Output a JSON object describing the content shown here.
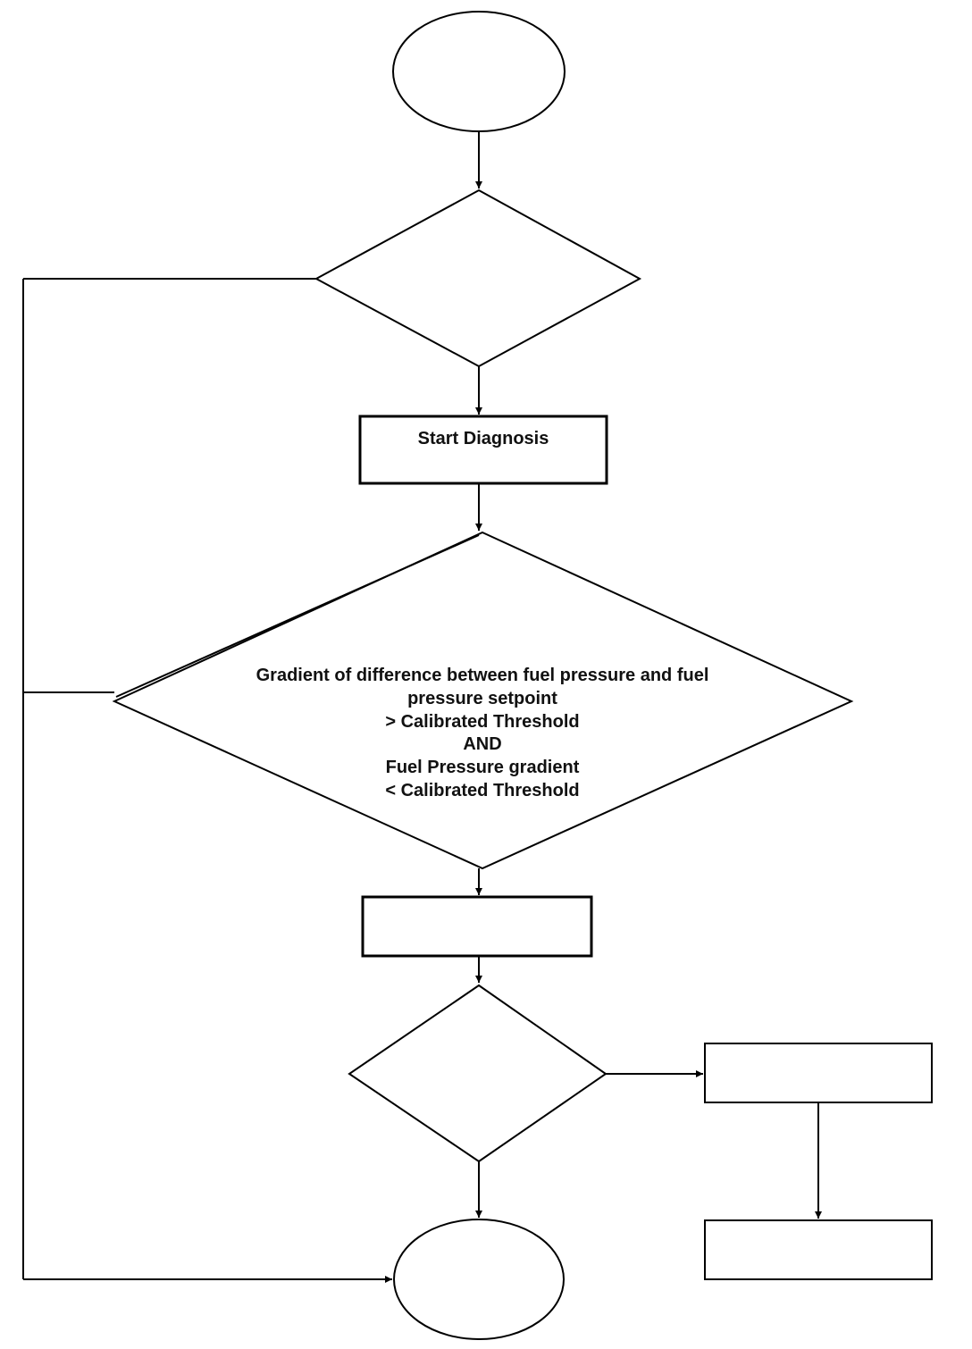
{
  "nodes": {
    "start_diagnosis": {
      "label": "Start Diagnosis"
    },
    "condition": {
      "lines": [
        "Gradient of difference between fuel pressure and fuel",
        "pressure setpoint",
        "> Calibrated Threshold",
        "AND",
        "Fuel Pressure gradient",
        "< Calibrated Threshold"
      ]
    }
  },
  "colors": {
    "stroke": "#000000",
    "background": "#ffffff"
  }
}
